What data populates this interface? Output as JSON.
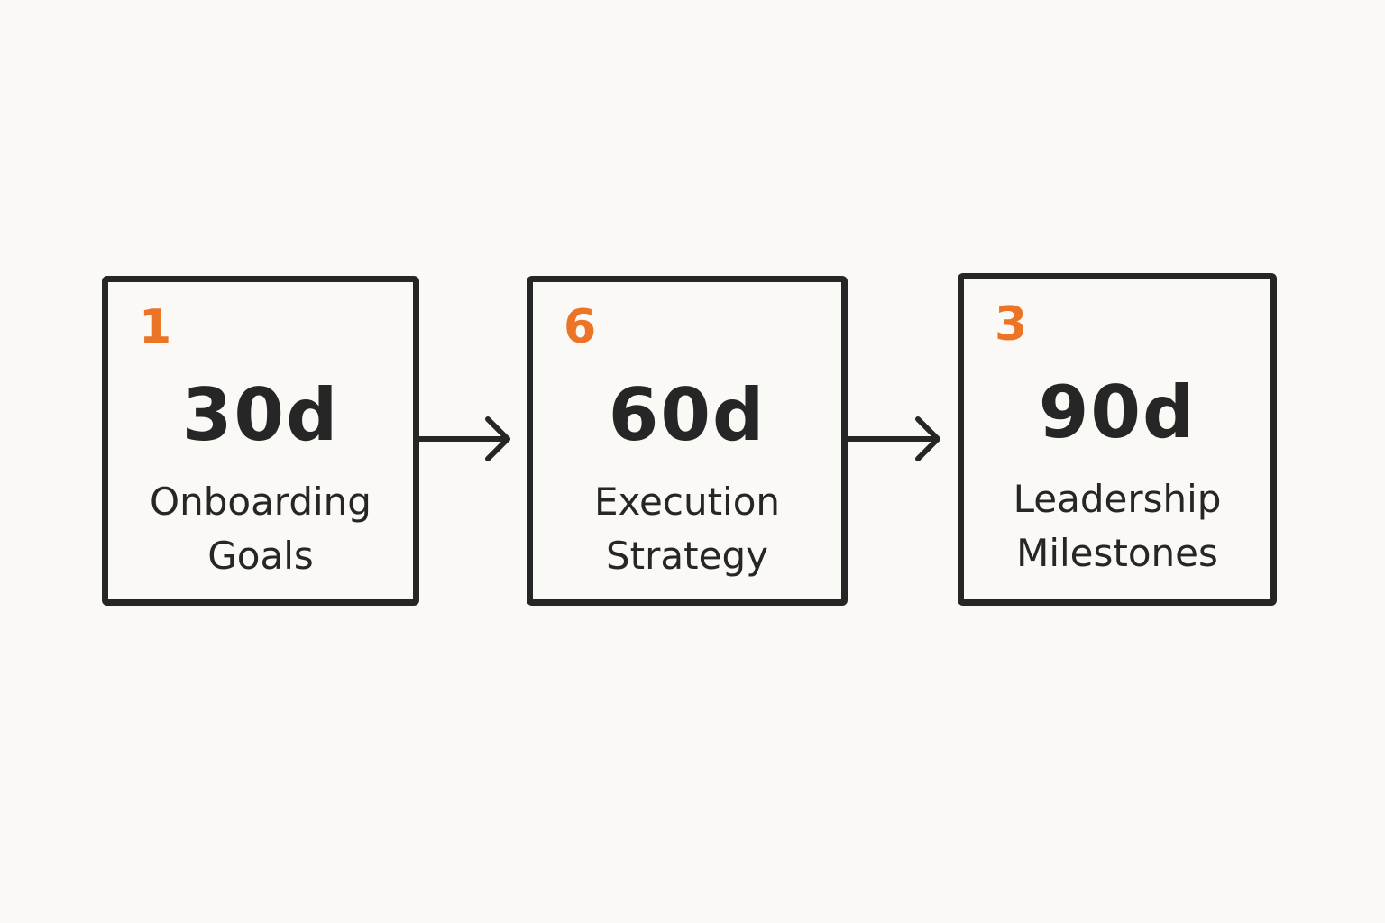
{
  "colors": {
    "background": "#faf9f5",
    "ink": "#262626",
    "accent": "#ec7426"
  },
  "steps": [
    {
      "number": "1",
      "duration": "30d",
      "label_lines": [
        "Onboarding",
        "Goals"
      ]
    },
    {
      "number": "6",
      "duration": "60d",
      "label_lines": [
        "Execution",
        "Strategy"
      ]
    },
    {
      "number": "3",
      "duration": "90d",
      "label_lines": [
        "Leadership",
        "Milestones"
      ]
    }
  ],
  "connectors": [
    {
      "from": 0,
      "to": 1,
      "icon": "arrow-right-icon"
    },
    {
      "from": 1,
      "to": 2,
      "icon": "arrow-right-icon"
    }
  ]
}
